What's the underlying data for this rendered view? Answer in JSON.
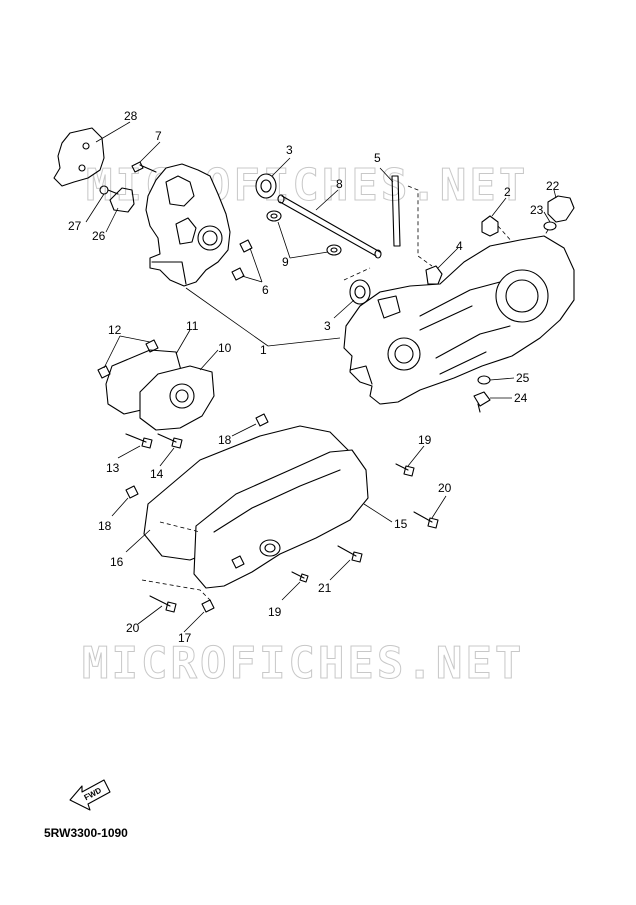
{
  "watermark": {
    "top": "MICROFICHES.NET",
    "middle": "MICROFICHES.NET"
  },
  "fwd_label": "FWD",
  "diagram_code": "5RW3300-1090",
  "callouts": [
    {
      "id": "28",
      "label": "28"
    },
    {
      "id": "7",
      "label": "7"
    },
    {
      "id": "3a",
      "label": "3"
    },
    {
      "id": "5",
      "label": "5"
    },
    {
      "id": "8",
      "label": "8"
    },
    {
      "id": "2",
      "label": "2"
    },
    {
      "id": "22",
      "label": "22"
    },
    {
      "id": "23",
      "label": "23"
    },
    {
      "id": "27",
      "label": "27"
    },
    {
      "id": "26",
      "label": "26"
    },
    {
      "id": "9",
      "label": "9"
    },
    {
      "id": "4",
      "label": "4"
    },
    {
      "id": "6",
      "label": "6"
    },
    {
      "id": "3b",
      "label": "3"
    },
    {
      "id": "12",
      "label": "12"
    },
    {
      "id": "11",
      "label": "11"
    },
    {
      "id": "10",
      "label": "10"
    },
    {
      "id": "1",
      "label": "1"
    },
    {
      "id": "25",
      "label": "25"
    },
    {
      "id": "24",
      "label": "24"
    },
    {
      "id": "18a",
      "label": "18"
    },
    {
      "id": "19a",
      "label": "19"
    },
    {
      "id": "13",
      "label": "13"
    },
    {
      "id": "14",
      "label": "14"
    },
    {
      "id": "20a",
      "label": "20"
    },
    {
      "id": "18b",
      "label": "18"
    },
    {
      "id": "15",
      "label": "15"
    },
    {
      "id": "16",
      "label": "16"
    },
    {
      "id": "21",
      "label": "21"
    },
    {
      "id": "19b",
      "label": "19"
    },
    {
      "id": "20b",
      "label": "20"
    },
    {
      "id": "17",
      "label": "17"
    }
  ]
}
